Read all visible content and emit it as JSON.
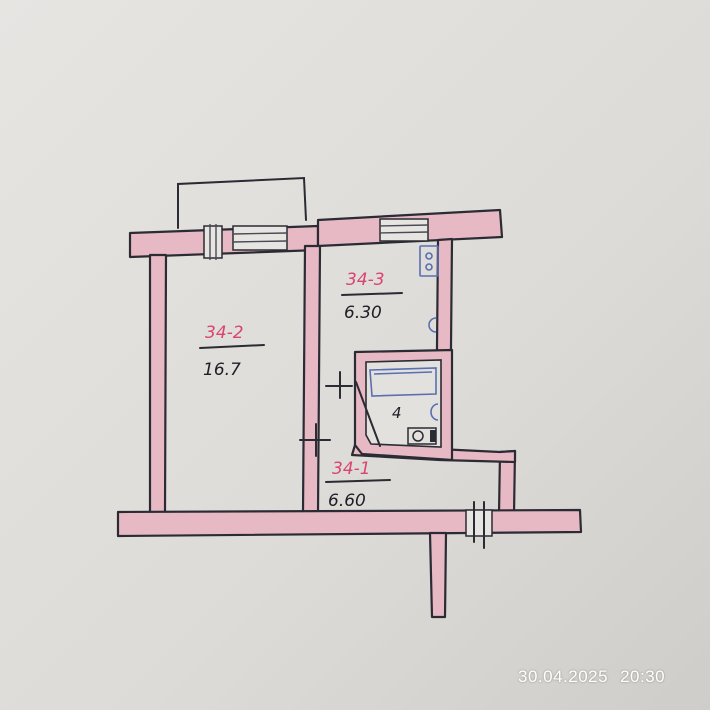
{
  "rooms": {
    "room_2": {
      "code": "34-2",
      "area": "16.7"
    },
    "room_3": {
      "code": "34-3",
      "area": "6.30"
    },
    "room_4": {
      "label": "4"
    },
    "room_1": {
      "code": "34-1",
      "area": "6.60"
    }
  },
  "timestamp": {
    "date": "30.04.2025",
    "time": "20:30"
  },
  "colors": {
    "wall_fill": "#e7b9c4",
    "line": "#2b2b33",
    "room_code": "#d9456f",
    "fixture": "#5a6fb0"
  }
}
